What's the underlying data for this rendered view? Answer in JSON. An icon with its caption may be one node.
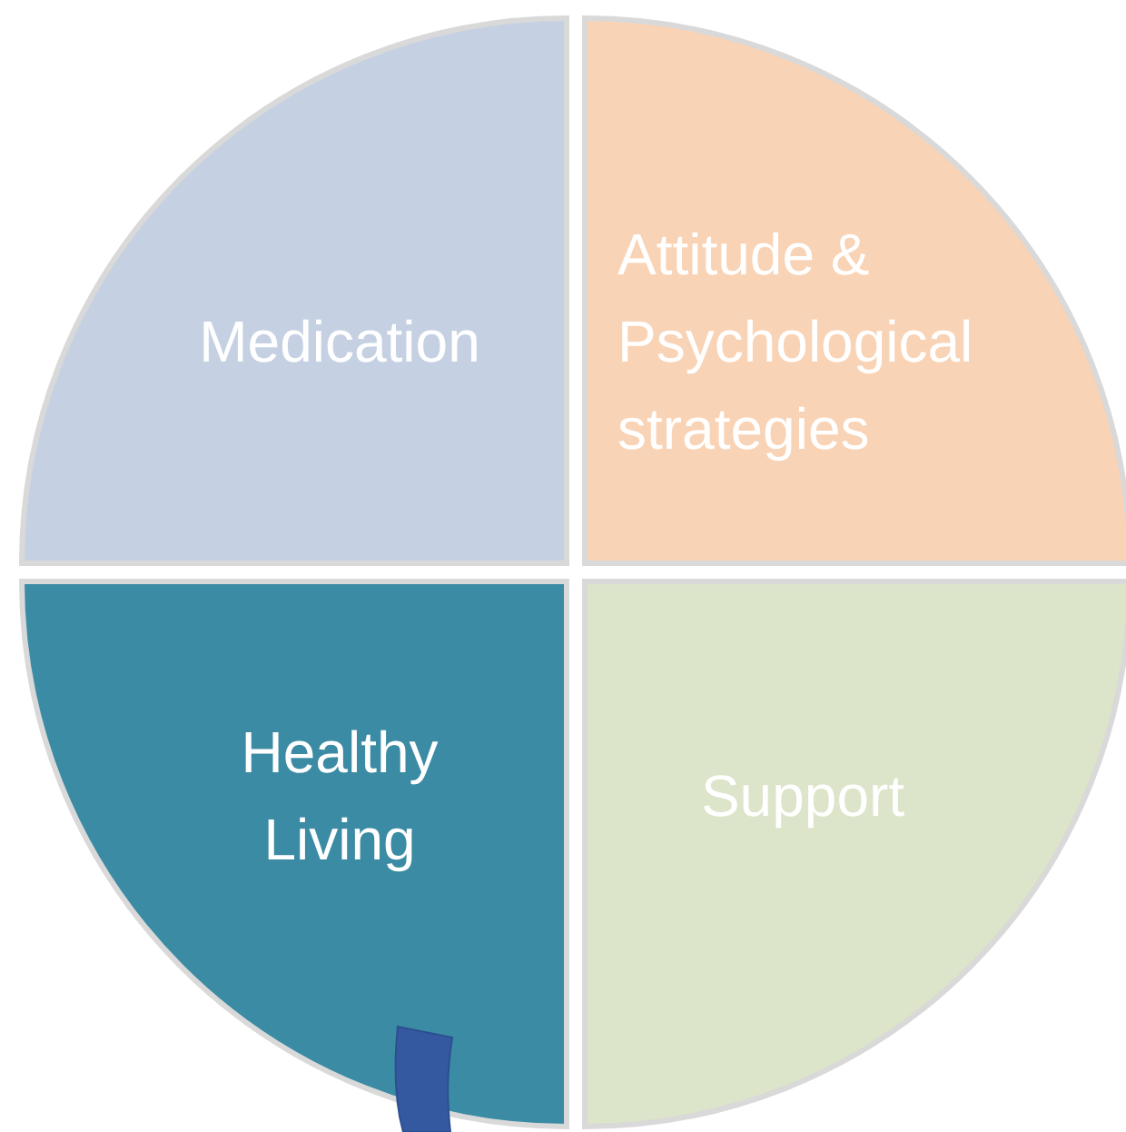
{
  "diagram": {
    "nodes": [
      {
        "text": [
          "Medication"
        ]
      },
      {
        "text": [
          "Attitude & Psychological strategies"
        ]
      },
      {
        "text": [
          "Healthy Living"
        ]
      },
      {
        "text": [
          "Support"
        ]
      }
    ]
  }
}
